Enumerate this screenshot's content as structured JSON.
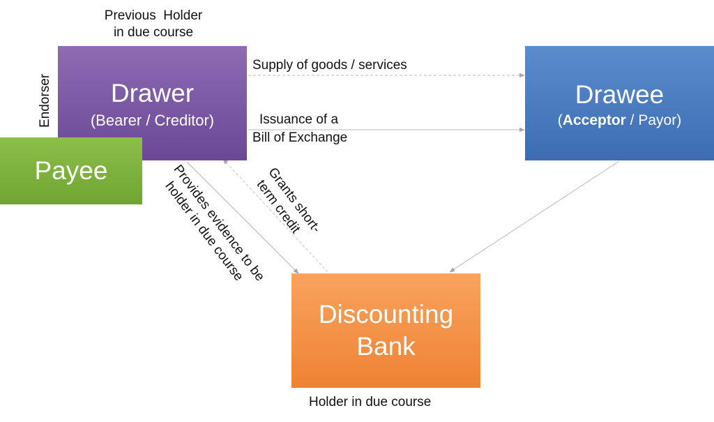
{
  "nodes": {
    "drawer": {
      "title": "Drawer",
      "subtitle": "(Bearer / Creditor)"
    },
    "payee": {
      "title": "Payee"
    },
    "drawee": {
      "title": "Drawee",
      "subtitle_open": "(",
      "subtitle_bold": "Acceptor",
      "subtitle_rest": " / Payor)"
    },
    "bank": {
      "title_line1": "Discounting",
      "title_line2": "Bank"
    }
  },
  "labels": {
    "previous_holder_line1": "Previous  Holder",
    "previous_holder_line2": "in due course",
    "endorser": "Endorser",
    "holder_in_due_course": "Holder in due course"
  },
  "edges": {
    "supply": "Supply of goods / services",
    "issuance_line1": "Issuance of a",
    "issuance_line2": "Bill of Exchange",
    "evidence_line1": "Provides evidence to be",
    "evidence_line2": "holder in due course",
    "credit_line1": "Grants short-",
    "credit_line2": "term credit"
  },
  "colors": {
    "drawer": "#7b57a5",
    "payee": "#7db23f",
    "drawee": "#4a7cc0",
    "bank": "#f3913f",
    "arrow": "#a6a6a6"
  }
}
